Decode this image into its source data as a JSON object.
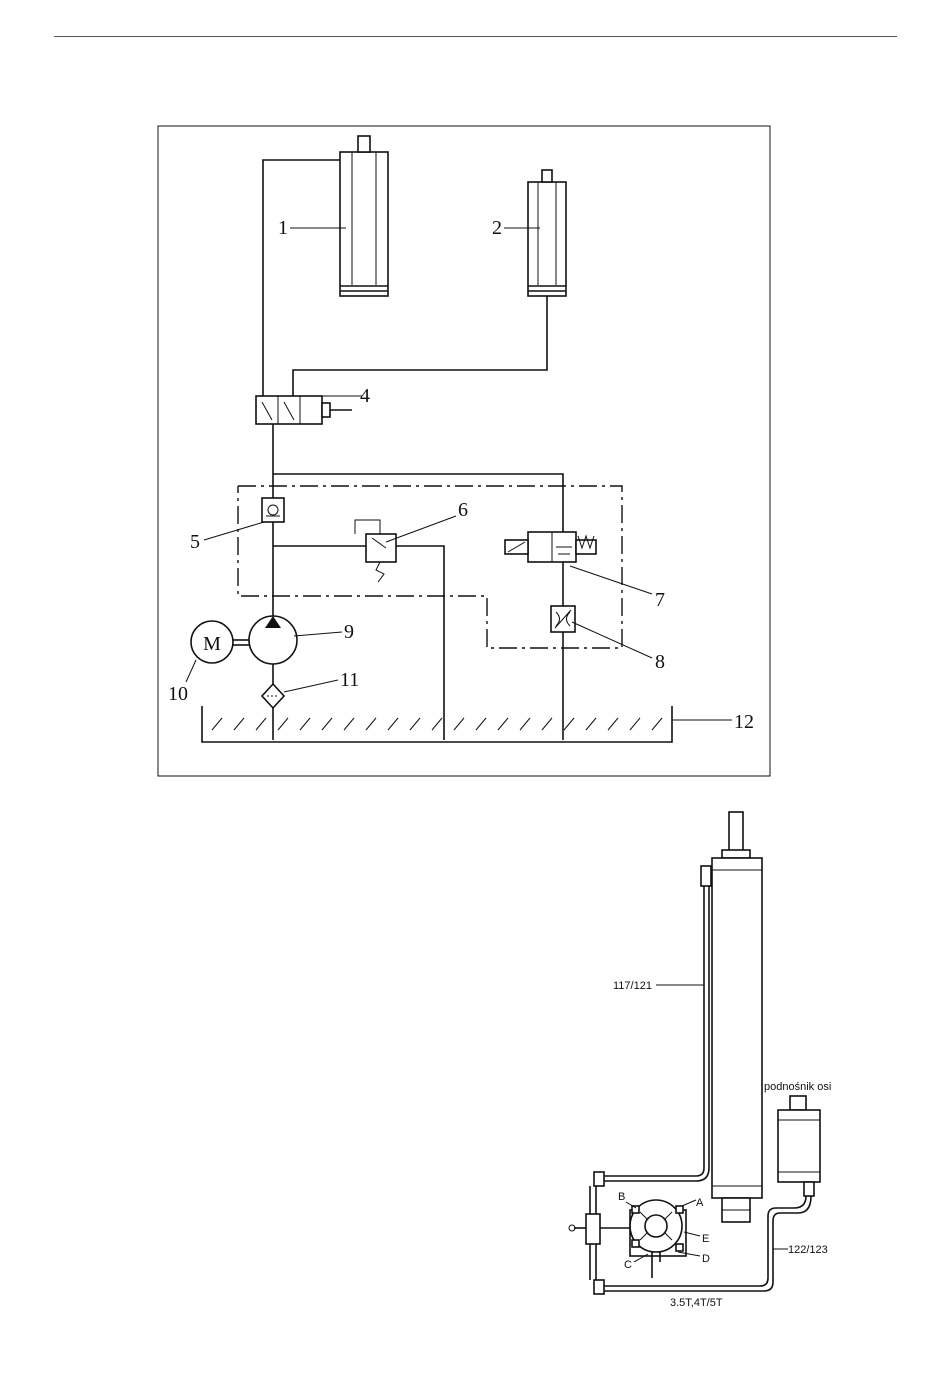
{
  "schematic": {
    "labels": {
      "l1": "1",
      "l2": "2",
      "l4": "4",
      "l5": "5",
      "l6": "6",
      "l7": "7",
      "l8": "8",
      "l9": "9",
      "l10": "10",
      "l11": "11",
      "l12": "12",
      "motor": "M"
    }
  },
  "assembly": {
    "hose_main": "117/121",
    "hose_axle": "122/123",
    "axle_lift": "podnośnik osi",
    "capacity": "3.5T,4T/5T",
    "ports": {
      "a": "A",
      "b": "B",
      "c": "C",
      "d": "D",
      "e": "E"
    }
  }
}
